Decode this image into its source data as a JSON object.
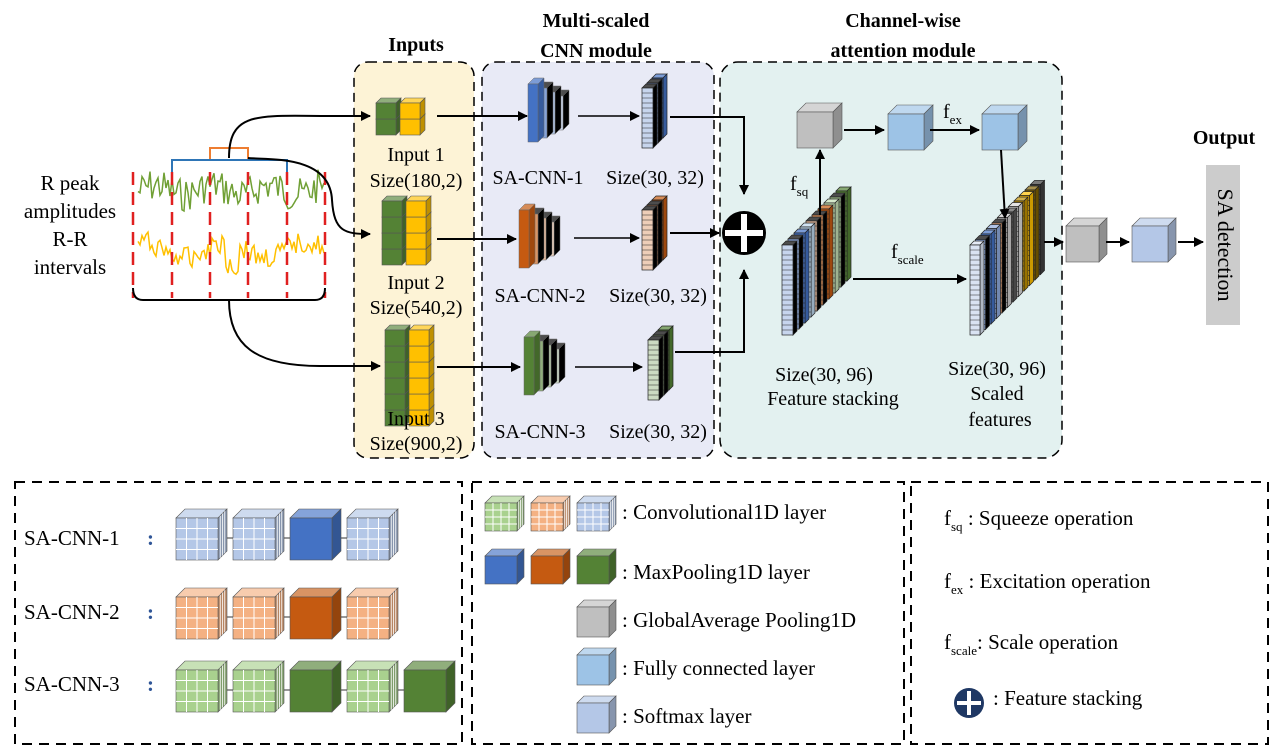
{
  "headers": {
    "inputs": "Inputs",
    "cnn_line1": "Multi-scaled",
    "cnn_line2": "CNN module",
    "att_line1": "Channel-wise",
    "att_line2": "attention module",
    "output": "Output"
  },
  "signal_labels": [
    "R peak",
    "amplitudes",
    "R-R",
    "intervals"
  ],
  "inputs": [
    {
      "name": "Input 1",
      "size": "Size(180,2)"
    },
    {
      "name": "Input 2",
      "size": "Size(540,2)"
    },
    {
      "name": "Input 3",
      "size": "Size(900,2)"
    }
  ],
  "cnn_blocks": [
    {
      "name": "SA-CNN-1",
      "size": "Size(30, 32)"
    },
    {
      "name": "SA-CNN-2",
      "size": "Size(30, 32)"
    },
    {
      "name": "SA-CNN-3",
      "size": "Size(30, 32)"
    }
  ],
  "attention": {
    "fsq_main": "f",
    "fsq_sub": "sq",
    "fex_main": "f",
    "fex_sub": "ex",
    "fscale_main": "f",
    "fscale_sub": "scale",
    "stack_size": "Size(30, 96)",
    "stack_caption": "Feature stacking",
    "scaled_size": "Size(30, 96)",
    "scaled_caption_1": "Scaled",
    "scaled_caption_2": "features"
  },
  "output_label": "SA detection",
  "legend_left": {
    "rows": [
      "SA-CNN-1",
      "SA-CNN-2",
      "SA-CNN-3"
    ],
    "colon": ":"
  },
  "legend_middle": [
    ": Convolutional1D layer",
    ": MaxPooling1D layer",
    ": GlobalAverage Pooling1D",
    ": Fully connected layer",
    ": Softmax layer"
  ],
  "legend_right": [
    {
      "main": "f",
      "sub": "sq",
      "desc": " : Squeeze operation"
    },
    {
      "main": "f",
      "sub": "ex",
      "desc": "  : Excitation operation"
    },
    {
      "main": "f",
      "sub": "scale",
      "desc": ": Scale operation"
    },
    {
      "main": "",
      "sub": "",
      "desc": ": Feature stacking"
    }
  ],
  "colors": {
    "inputs_bg": "#fdf3d6",
    "cnn_bg": "#e8eaf6",
    "attention_bg": "#e3f1f0",
    "blue": "#4472c4",
    "orange": "#c55a11",
    "green": "#548235",
    "yellow": "#ffc000",
    "gray": "#bfbfbf",
    "light_blue": "#9dc3e6",
    "softmax": "#b4c7e7",
    "red_dash": "#e02020"
  }
}
